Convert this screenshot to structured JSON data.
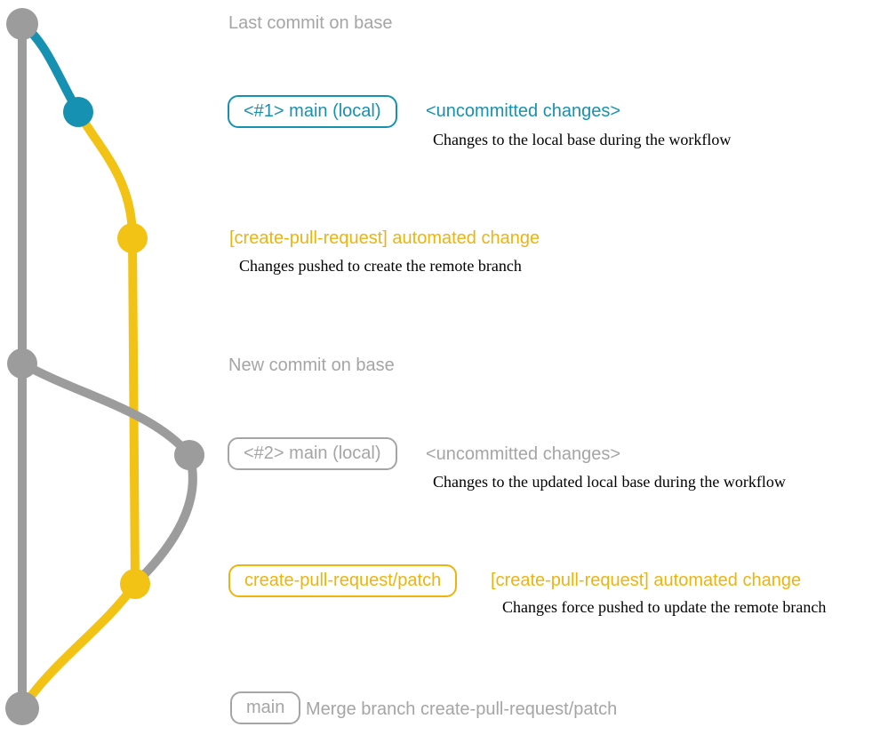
{
  "colors": {
    "gray_line": "#9c9c9c",
    "gray_text": "#a5a5a5",
    "blue": "#1791b2",
    "yellow_line": "#f2c214",
    "yellow_text": "#efb30e",
    "black": "#000000"
  },
  "labels": {
    "last_commit": "Last commit on base",
    "new_commit": "New commit on base"
  },
  "rows": {
    "row1": {
      "badge": "<#1> main (local)",
      "title": "<uncommitted changes>",
      "desc": "Changes to the local base during the workflow"
    },
    "row2": {
      "title": "[create-pull-request] automated change",
      "desc": "Changes pushed to create the remote branch"
    },
    "row3": {
      "badge": "<#2> main (local)",
      "title": "<uncommitted changes>",
      "desc": "Changes to the updated local base during the workflow"
    },
    "row4": {
      "badge": "create-pull-request/patch",
      "title": "[create-pull-request] automated change",
      "desc": "Changes force pushed to update the remote branch"
    },
    "row5": {
      "badge": "main",
      "title": "Merge branch create-pull-request/patch"
    }
  }
}
